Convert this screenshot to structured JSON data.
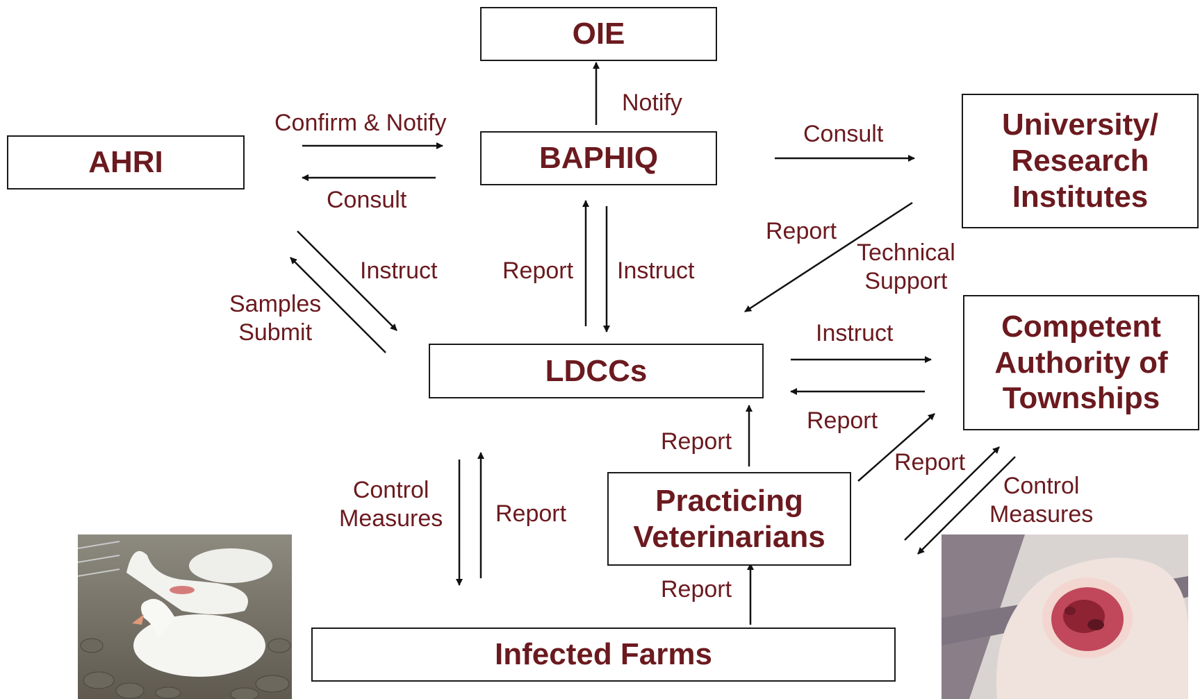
{
  "nodes": {
    "oie": "OIE",
    "baphiq": "BAPHIQ",
    "ahri": "AHRI",
    "university": "University/\nResearch\nInstitutes",
    "ldccs": "LDCCs",
    "competent": "Competent\nAuthority of\nTownships",
    "practicing": "Practicing\nVeterinarians",
    "farms": "Infected Farms"
  },
  "labels": {
    "notify": "Notify",
    "confirm_notify": "Confirm & Notify",
    "consult_ahri": "Consult",
    "consult_univ": "Consult",
    "report_univ": "Report",
    "technical_support": "Technical\nSupport",
    "instruct_ahri": "Instruct",
    "samples_submit": "Samples\nSubmit",
    "report_baphiq": "Report",
    "instruct_baphiq": "Instruct",
    "instruct_competent": "Instruct",
    "report_competent": "Report",
    "report_vet_ldcc": "Report",
    "report_vet_competent": "Report",
    "control_measures_left": "Control\nMeasures",
    "report_farms_ldcc": "Report",
    "control_measures_right": "Control\nMeasures",
    "report_farms_vet": "Report"
  },
  "colors": {
    "text": "#6b1a1f",
    "border": "#1a1a1a",
    "arrow": "#111111"
  }
}
